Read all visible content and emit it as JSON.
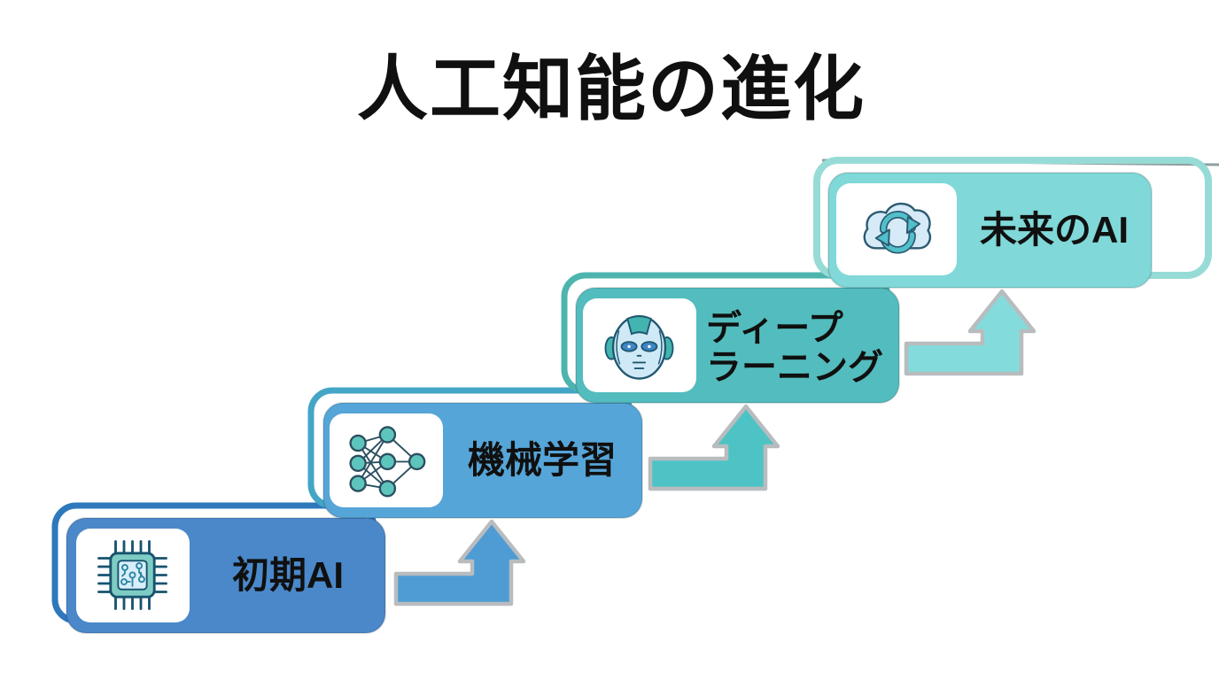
{
  "title": "人工知能の進化",
  "background": "#ffffff",
  "text_color": "#101010",
  "steps": [
    {
      "name": "early-ai",
      "lines": [
        "初期AI"
      ],
      "icon": "chip-icon",
      "box_fill": "#4a88ca",
      "outline_color": "#2e78bc"
    },
    {
      "name": "machine-learning",
      "lines": [
        "機械学習"
      ],
      "icon": "neural-network-icon",
      "box_fill": "#56a5d8",
      "outline_color": "#43a6c6"
    },
    {
      "name": "deep-learning",
      "lines": [
        "ディープ",
        "ラーニング"
      ],
      "icon": "robot-face-icon",
      "box_fill": "#53bcbe",
      "outline_color": "#4db4ae"
    },
    {
      "name": "future-ai",
      "lines": [
        "未来のAI"
      ],
      "icon": "cloud-sync-icon",
      "box_fill": "#80d8d8",
      "outline_color": "#97dbd6"
    }
  ],
  "arrows": [
    {
      "fill": "#4f9cd5"
    },
    {
      "fill": "#4ec3c5"
    },
    {
      "fill": "#83dcdb"
    }
  ],
  "arrow_outline": "#b9bcbe",
  "accent_gray_line": "#90a0a0",
  "tile_fill": "#ffffff"
}
